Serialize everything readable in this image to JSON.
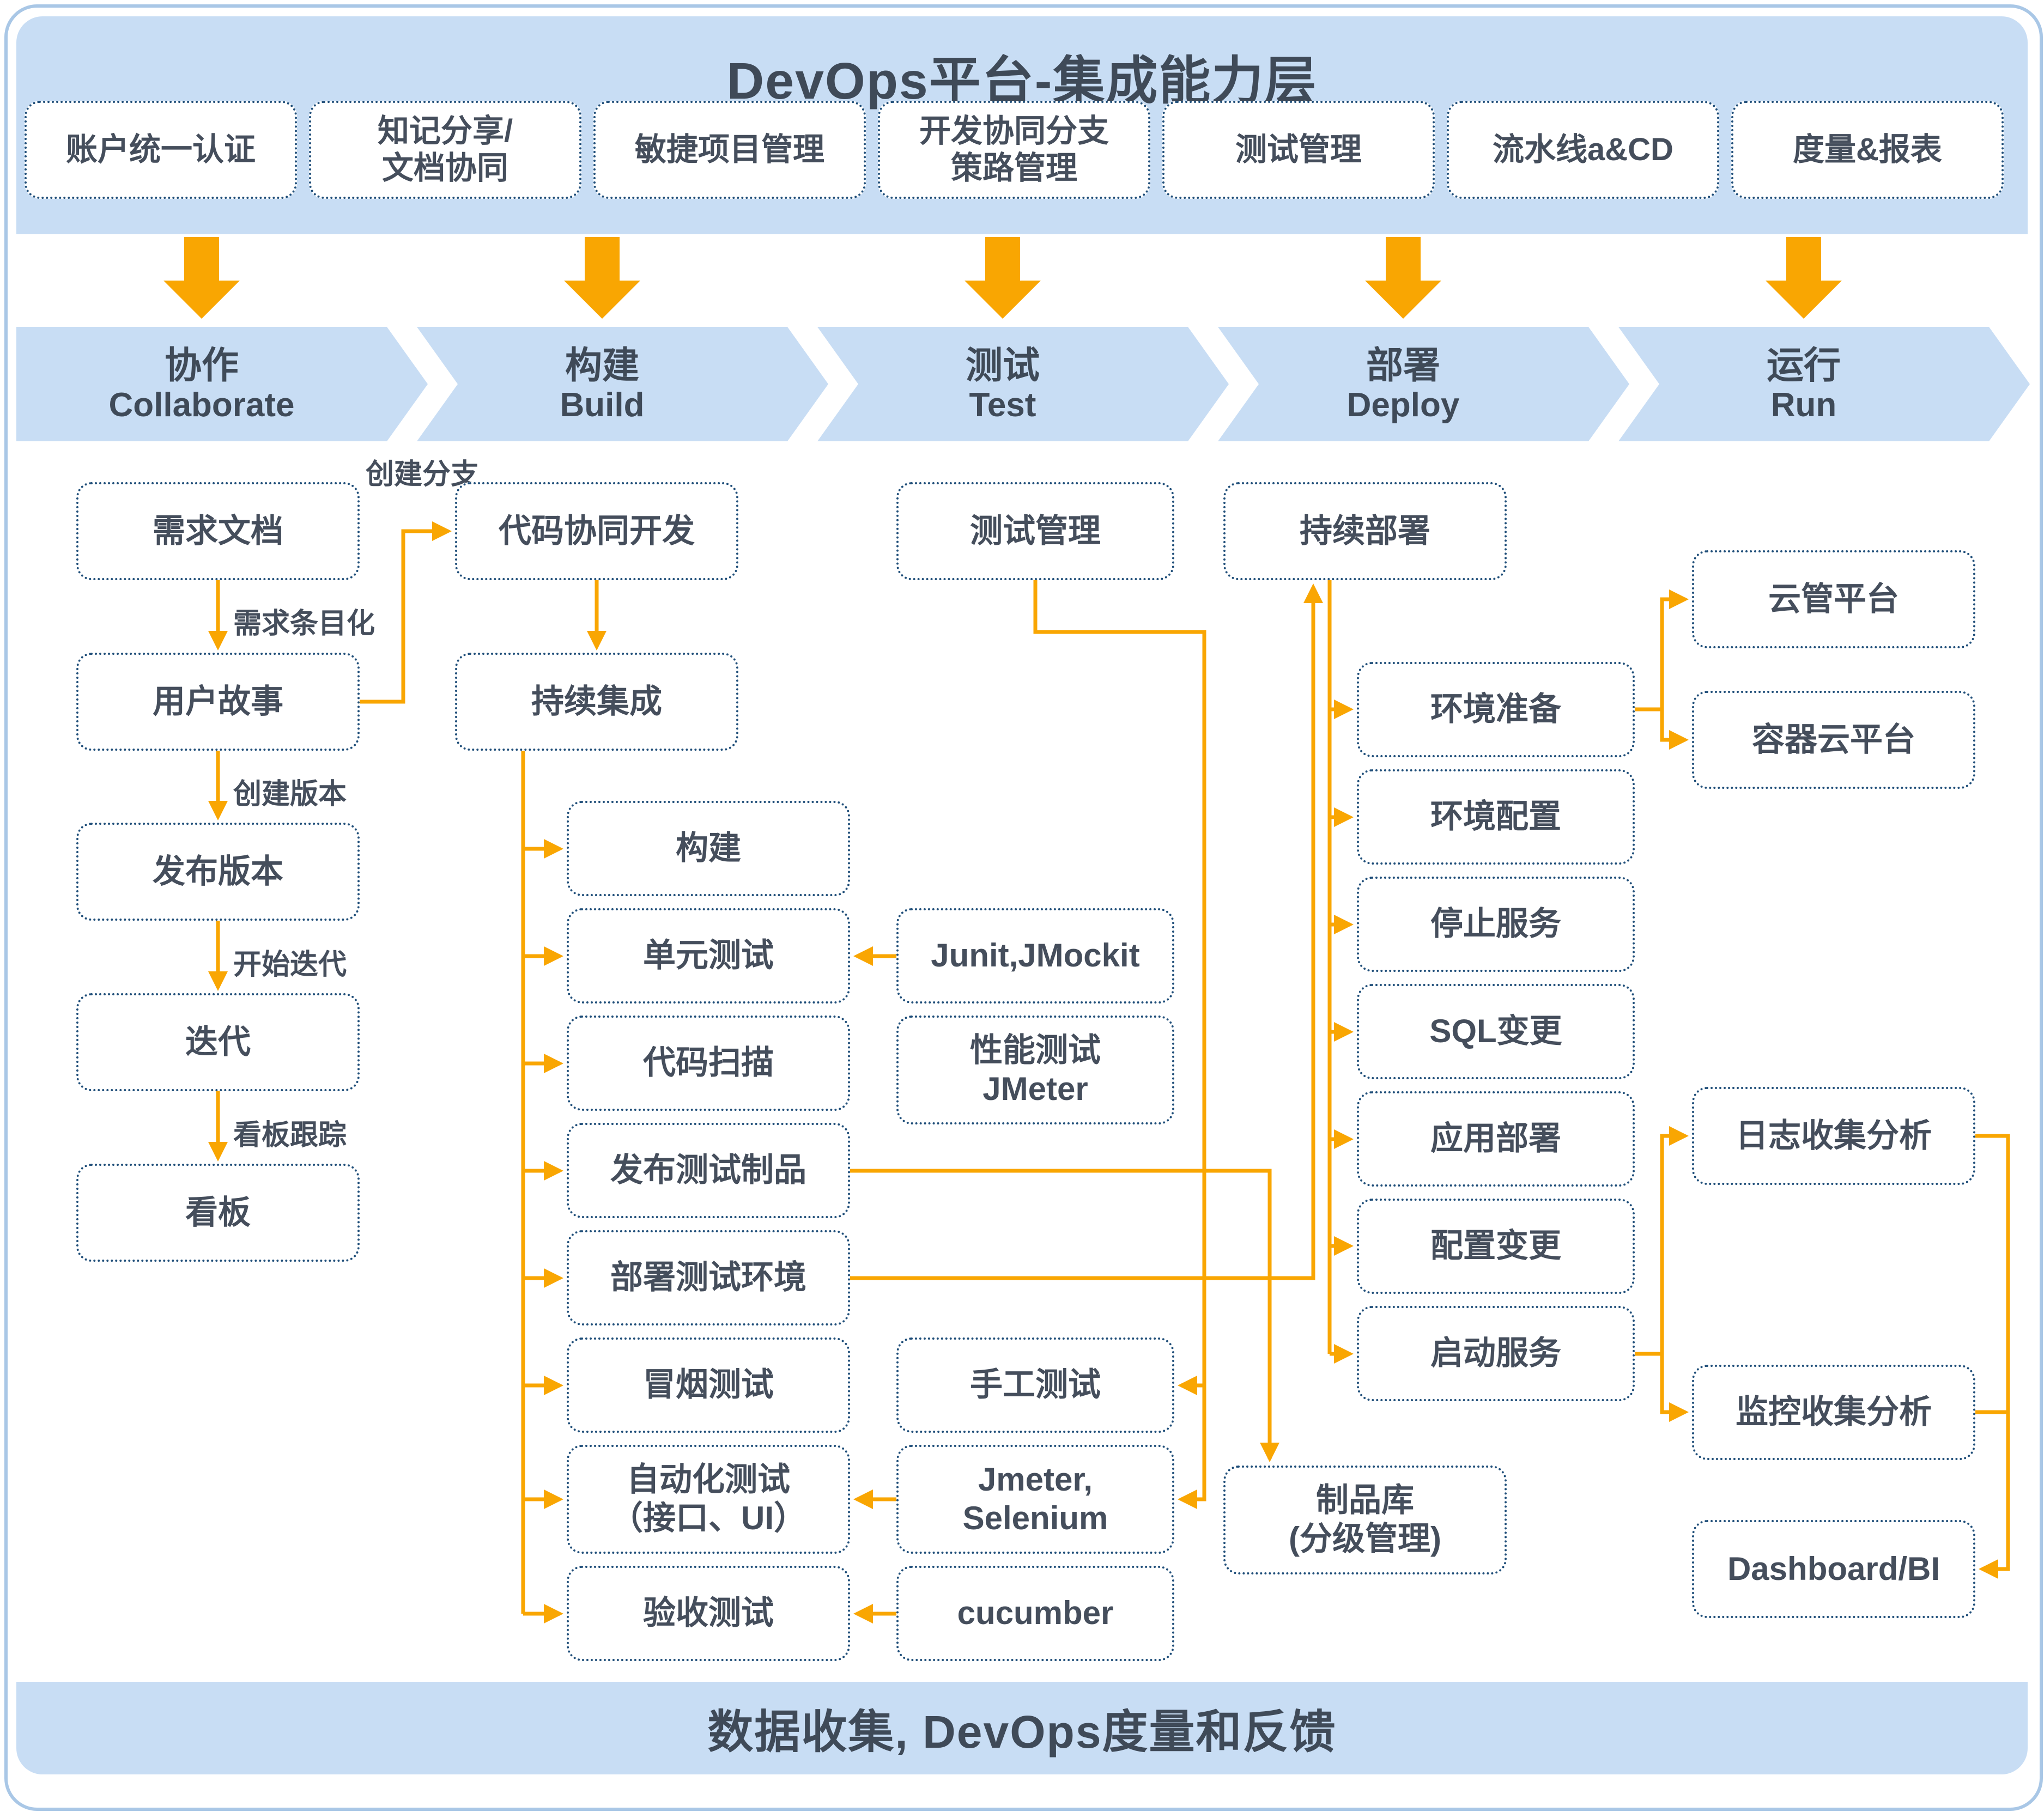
{
  "colors": {
    "accent_orange": "#F9A602",
    "banner_blue": "#C8DDF4",
    "box_border_navy": "#1F4E79",
    "text_slate": "#454E5C",
    "frame_blue": "#A9C7E6"
  },
  "header": {
    "title": "DevOps平台-集成能力层"
  },
  "footer": {
    "title": "数据收集, DevOps度量和反馈"
  },
  "capabilities": {
    "items": [
      {
        "label": "账户统一认证"
      },
      {
        "label": "知记分享/\n文档协同"
      },
      {
        "label": "敏捷项目管理"
      },
      {
        "label": "开发协同分支\n策路管理"
      },
      {
        "label": "测试管理"
      },
      {
        "label": "流水线a&CD"
      },
      {
        "label": "度量&报表"
      }
    ]
  },
  "phases": {
    "items": [
      {
        "zh": "协作",
        "en": "Collaborate"
      },
      {
        "zh": "构建",
        "en": "Build"
      },
      {
        "zh": "测试",
        "en": "Test"
      },
      {
        "zh": "部署",
        "en": "Deploy"
      },
      {
        "zh": "运行",
        "en": "Run"
      }
    ]
  },
  "flow": {
    "collaborate": {
      "req_doc": "需求文档",
      "user_story": "用户故事",
      "release": "发布版本",
      "iteration": "迭代",
      "kanban": "看板",
      "labels": {
        "create_branch": "创建分支",
        "itemize": "需求条目化",
        "create_version": "创建版本",
        "start_iteration": "开始迭代",
        "kanban_track": "看板跟踪"
      }
    },
    "build": {
      "code_collab": "代码协同开发",
      "ci": "持续集成",
      "build": "构建",
      "unit_test": "单元测试",
      "code_scan": "代码扫描",
      "publish_artifact": "发布测试制品",
      "deploy_test_env": "部署测试环境",
      "smoke_test": "冒烟测试",
      "auto_test": "自动化测试\n（接口、UI）",
      "acceptance_test": "验收测试"
    },
    "test": {
      "test_mgmt": "测试管理",
      "junit": "Junit,JMockit",
      "perf": "性能测试\nJMeter",
      "manual": "手工测试",
      "jmeter_selenium": "Jmeter,\nSelenium",
      "cucumber": "cucumber"
    },
    "deploy": {
      "cd": "持续部署",
      "env_prepare": "环境准备",
      "env_config": "环境配置",
      "stop_service": "停止服务",
      "sql_change": "SQL变更",
      "app_deploy": "应用部署",
      "config_change": "配置变更",
      "start_service": "启动服务",
      "artifact_repo": "制品库\n(分级管理)"
    },
    "run": {
      "cloud_mgmt": "云管平台",
      "container_cloud": "容器云平台",
      "log_analysis": "日志收集分析",
      "monitor_analysis": "监控收集分析",
      "dashboard": "Dashboard/BI"
    }
  }
}
